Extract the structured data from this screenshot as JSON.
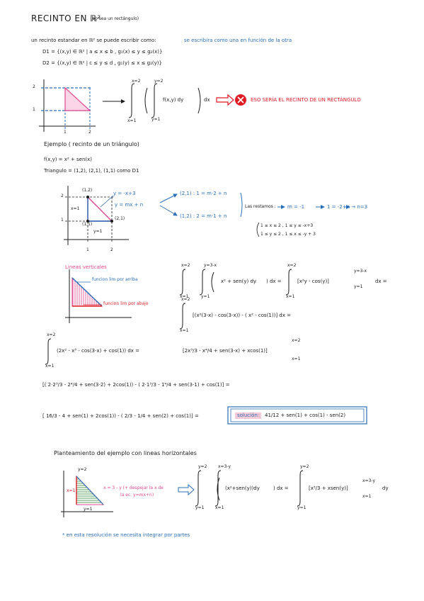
{
  "header": {
    "title": "RECINTO EN ℝ²",
    "subtitle": "(no sea un rectángulo)"
  },
  "intro": {
    "line_a": "un recinto estandar en ℝ² se puede escribir como:",
    "line_b": "se escribira como una en función de la otra",
    "d1": "D1 = {(x,y) ∈ ℝ² | a ≤ x ≤ b , g₁(x) ≤ y ≤ g₂(x)}",
    "d2": "D2 = {(x,y) ∈ ℝ² | c ≤ y ≤ d , g₁(y) ≤ x ≤ g₂(y)}"
  },
  "rect_example": {
    "y_tick_top": "2",
    "y_tick_bottom": "1",
    "x_tick_left": "1",
    "x_tick_right": "2",
    "outer_lower": "x=1",
    "outer_upper": "x=2",
    "inner_lower": "y=1",
    "inner_upper": "y=2",
    "integrand": "f(x,y) dy",
    "dx": "dx",
    "warning": "ESO SERÍA EL RECINTO DE UN RECTÁNGULO"
  },
  "example": {
    "heading": "Ejemplo ( recinto de un triángulo)",
    "function": "f(x,y) = x² + sen(x)",
    "triangle": "Triangulo = (1,2), (2,1), (1,1) como D1",
    "graph": {
      "y_tick_top": "2",
      "y_tick_bottom": "1",
      "x_tick_left": "1",
      "x_tick_right": "2",
      "point_top": "(1,2)",
      "point_right": "(2,1)",
      "point_corner": "(1,1)",
      "label_x1": "x=1",
      "label_y1": "y=1",
      "label_line": "y = -x+3",
      "label_general": "y = mx + n"
    },
    "sys_eq1": "(2,1) : 1 = m·2 + n",
    "sys_eq2": "(1,2) : 2 = m·1 + n",
    "subtract_label": "Las restamos :",
    "result_m": "m = -1",
    "result_chain": "1 = -2+n → n=3",
    "bound1": "1 ≤ x ≤ 2 , 1 ≤ y ≤ -x+3",
    "bound2": "1 ≤ y ≤ 2 , 1 ≤ x ≤ -y + 3"
  },
  "vertical": {
    "label": "Lineas verticales",
    "top_fn": "funcion lim por arriba",
    "bottom_fn": "funcion lim por abajo",
    "int1_outer_lo": "x=1",
    "int1_outer_hi": "x=2",
    "int1_inner_lo": "y=1",
    "int1_inner_hi": "y=3-x",
    "int1_body": "x² + sen(y) dy",
    "int1_tail": ") dx =",
    "int2_lo": "x=1",
    "int2_hi": "x=2",
    "int2_body": "[x²y - cos(y)]",
    "int2_eval_hi": "y=3-x",
    "int2_eval_lo": "y=1",
    "int2_tail": "dx =",
    "int3_lo": "x=1",
    "int3_hi": "x=2",
    "int3_body": "[(x²(3-x) - cos(3-x)) - ( x² - cos(1))] dx ="
  },
  "solution": {
    "row1_lo": "x=1",
    "row1_hi": "x=2",
    "row1": "(2x² - x³ - cos(3-x) + cos(1)) dx =",
    "row1_result": "[2x³/3 - x⁴/4 + sen(3-x) + xcos(1)]",
    "row1_eval_hi": "x=2",
    "row1_eval_lo": "x=1",
    "row2": "[( 2·2³/3 - 2⁴/4 + sen(3-2) + 2cos(1)) - ( 2·1³/3 - 1⁴/4 + sen(3-1) + cos(1)] =",
    "row3": "[ 16/3 - 4 + sen(1) + 2cos(1)) - ( 2/3 - 1/4 + sen(2) + cos(1)] =",
    "final_label": "solución:",
    "final": "41/12 + sen(1) + cos(1) - sen(2)"
  },
  "horizontal": {
    "heading": "Planteamiento del ejemplo con lineas horizontales",
    "graph": {
      "label_y2": "y=2",
      "label_x1": "x=1",
      "label_y1": "y=1"
    },
    "note_a": "x = 3 - y (+ despejar la x de",
    "note_b": "la ec. y=mx+n)",
    "int_outer_lo": "y=1",
    "int_outer_hi": "y=2",
    "int_inner_lo": "x=1",
    "int_inner_hi": "x=3-y",
    "int_body": "(x²+sen(y))dy",
    "int_tail": ") dx =",
    "int2_lo": "y=1",
    "int2_hi": "y=2",
    "int2_body": "[x³/3 + xsen(y)]",
    "int2_eval_hi": "x=3-y",
    "int2_eval_lo": "x=1",
    "int2_tail": "dy"
  },
  "footnote": "* en esta resolución se necesita integrar por partes",
  "colors": {
    "accent_blue": "#2a6fb8",
    "warning_red": "#e01b24",
    "pink": "#e0468f",
    "highlight_pink": "#f8c9d6",
    "green": "#2f8a3a"
  }
}
